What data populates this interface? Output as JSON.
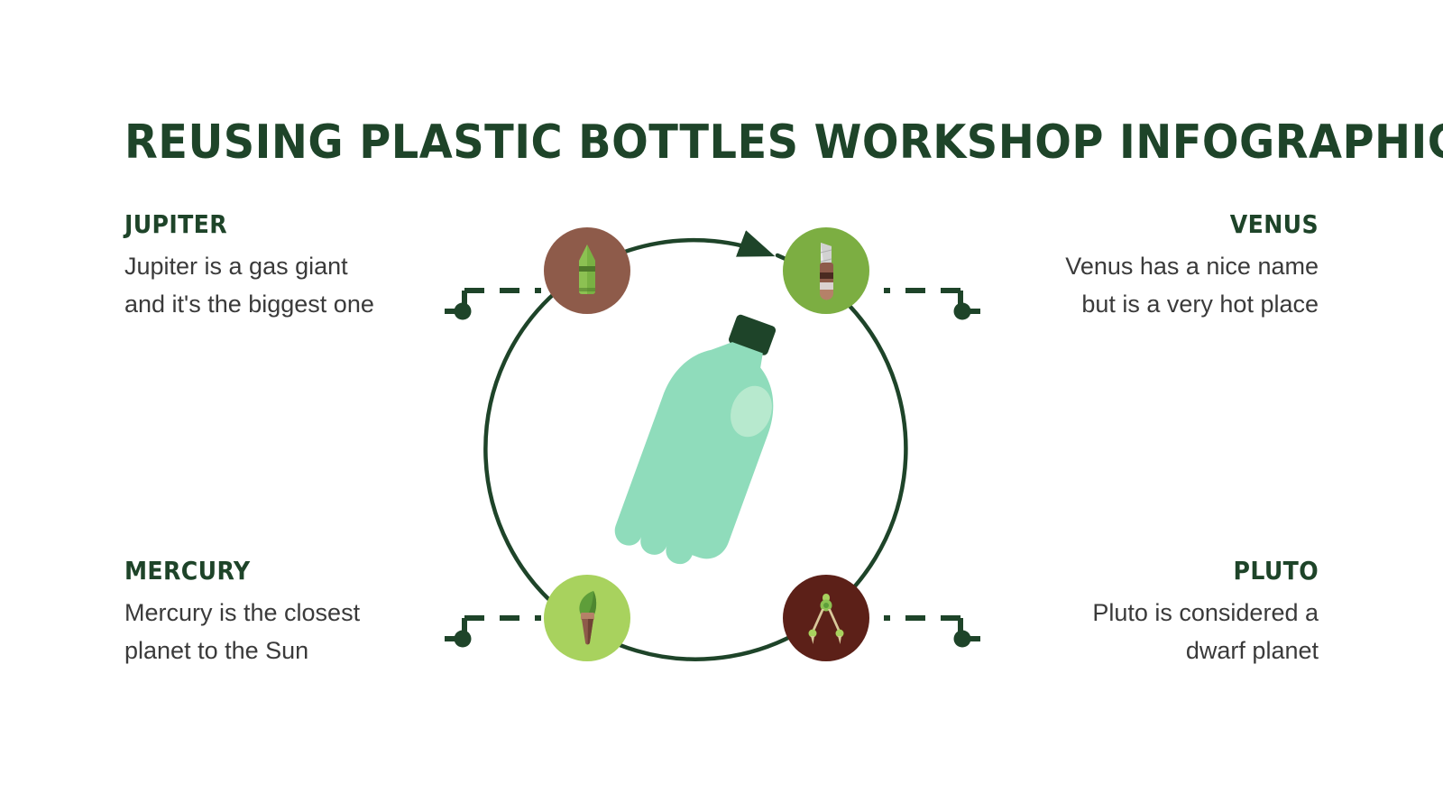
{
  "slide": {
    "background_color": "#FFFFFF",
    "title": "Reusing Plastic Bottles Workshop Infographics",
    "accent_color": "#1E4429",
    "body_text_color": "#3A3A3A"
  },
  "center_graphic": {
    "name": "plastic-bottle-illustration",
    "bottle_body_color": "#8FDCBB",
    "bottle_cap_color": "#1E4429",
    "highlight_color": "#B7E9CE",
    "ring_color": "#1E4429",
    "ring_has_arrowhead": true,
    "arrow_direction": "clockwise"
  },
  "items": [
    {
      "id": "jupiter",
      "heading": "Jupiter",
      "description": "Jupiter is a gas giant and it's the biggest one",
      "line1": "Jupiter is a gas giant",
      "line2": "and it's the biggest one",
      "align": "left",
      "position": "top-left",
      "circle_color": "#8E5B4A",
      "icon": "crayon-icon"
    },
    {
      "id": "venus",
      "heading": "Venus",
      "description": "Venus has a nice name but is a very hot place",
      "line1": "Venus has a nice name",
      "line2": "but is a very hot place",
      "align": "right",
      "position": "top-right",
      "circle_color": "#7CAE42",
      "icon": "cutter-knife-icon"
    },
    {
      "id": "mercury",
      "heading": "Mercury",
      "description": "Mercury is the closest planet to the Sun",
      "line1": "Mercury is the closest",
      "line2": "planet to the Sun",
      "align": "left",
      "position": "bottom-left",
      "circle_color": "#A8D25E",
      "icon": "paintbrush-icon"
    },
    {
      "id": "pluto",
      "heading": "Pluto",
      "description": "Pluto is considered a dwarf planet",
      "line1": "Pluto is considered a",
      "line2": "dwarf planet",
      "align": "right",
      "position": "bottom-right",
      "circle_color": "#5C2018",
      "icon": "drawing-compass-icon"
    }
  ],
  "connectors": {
    "style": "dashed-stepped",
    "color": "#1E4429",
    "endpoint": "filled-dot"
  }
}
